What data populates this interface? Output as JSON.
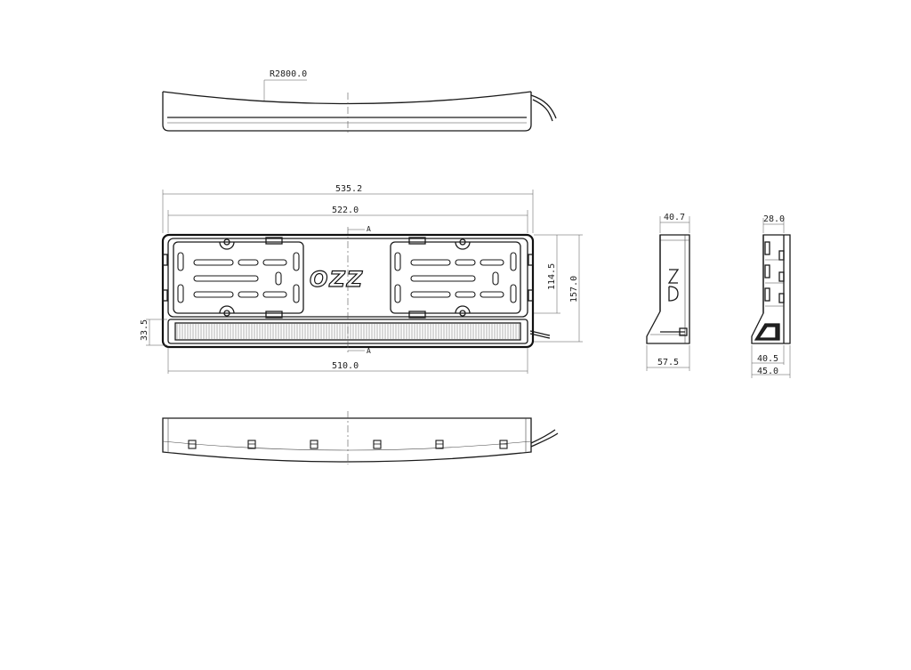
{
  "drawing": {
    "logo_text": "OZZ",
    "section_mark": "A",
    "dimensions": {
      "radius": "R2800.0",
      "overall_width": "535.2",
      "frame_width": "522.0",
      "light_width": "510.0",
      "light_height": "33.5",
      "plate_height": "114.5",
      "total_height": "157.0",
      "side_top": "40.7",
      "side_bottom": "57.5",
      "section_top": "28.0",
      "section_mid": "40.5",
      "section_bottom": "45.0"
    }
  }
}
